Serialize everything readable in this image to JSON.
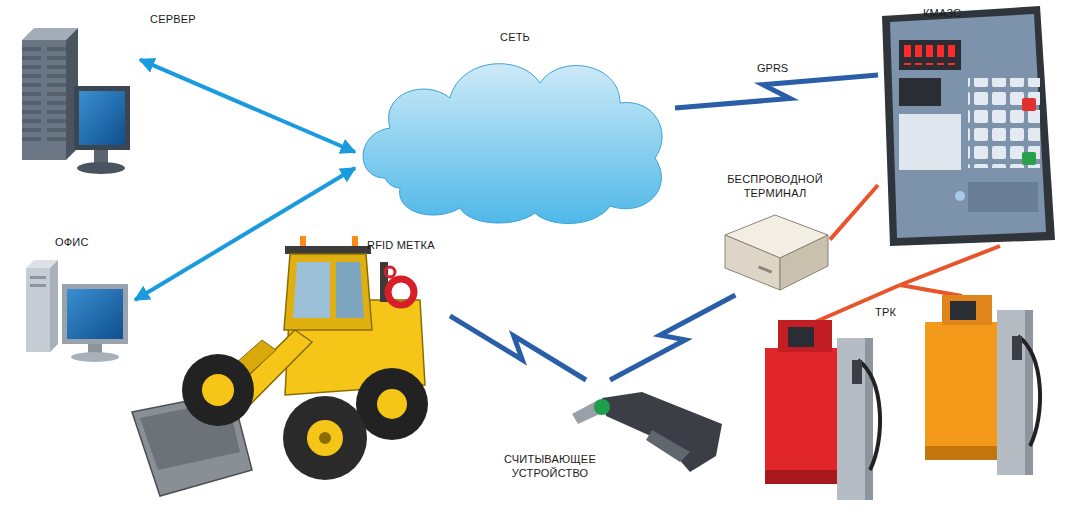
{
  "diagram": {
    "nodes": [
      {
        "text": [
          "СЕРВЕР"
        ]
      },
      {
        "text": [
          "СЕТЬ"
        ]
      },
      {
        "text": [
          "КМАЗС"
        ]
      },
      {
        "text": [
          "БЕСПРОВОДНОЙ ТЕРМИНАЛ"
        ]
      },
      {
        "text": [
          "ОФИС"
        ]
      },
      {
        "text": [
          "RFID МЕТКА"
        ]
      },
      {
        "text": [
          "ТРК"
        ]
      },
      {
        "text": [
          "СЧИТЫВАЮЩЕЕ УСТРОЙСТВО"
        ]
      }
    ],
    "edges": [
      {
        "from": 0,
        "to": 1,
        "arrow": "both"
      },
      {
        "from": 4,
        "to": 1,
        "arrow": "both"
      },
      {
        "from": 1,
        "to": 2,
        "label": "GPRS",
        "arrow": "none"
      },
      {
        "from": 2,
        "to": 3,
        "arrow": "none"
      },
      {
        "from": 2,
        "to": 6,
        "arrow": "none"
      },
      {
        "from": 5,
        "to": 7,
        "arrow": "none"
      },
      {
        "from": 7,
        "to": 3,
        "arrow": "none"
      }
    ]
  }
}
